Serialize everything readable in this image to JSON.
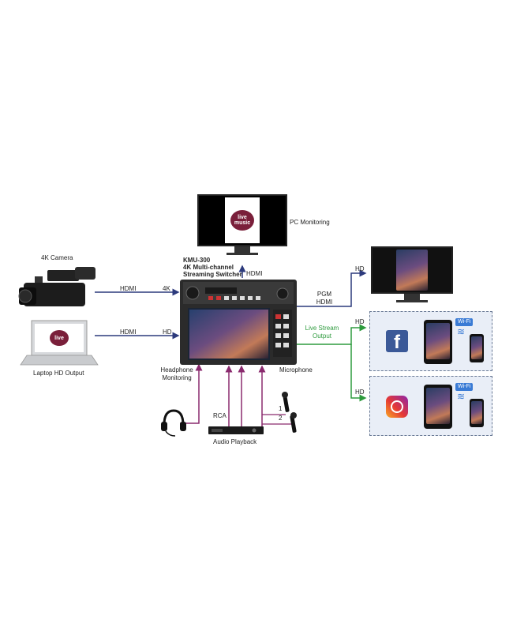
{
  "devices": {
    "camera": "4K Camera",
    "laptop": "Laptop HD Output",
    "switcher_model": "KMU-300",
    "switcher_desc_1": "4K Multi-channel",
    "switcher_desc_2": "Streaming Switcher",
    "pc_monitoring": "PC Monitoring",
    "headphone_1": "Headphone",
    "headphone_2": "Monitoring",
    "rca": "RCA",
    "audio_playback": "Audio Playback",
    "microphone": "Microphone",
    "poster_text_1": "live",
    "poster_text_2": "music"
  },
  "connections": {
    "cam_hdmi": "HDMI",
    "cam_4k": "4K",
    "laptop_hdmi": "HDMI",
    "laptop_hd": "HD",
    "pc_hdmi": "HDMI",
    "pgm": "PGM",
    "pgm_hdmi": "HDMI",
    "pgm_hd": "HD",
    "live_stream_1": "Live Stream",
    "live_stream_2": "Output",
    "fb_hd": "HD",
    "ig_hd": "HD",
    "mic_1": "1",
    "mic_2": "2",
    "wifi_fb": "Wi-Fi",
    "wifi_ig": "Wi-Fi"
  },
  "colors": {
    "navy": "#2c3a7c",
    "purple": "#8a2a6e",
    "green": "#2e9b3e",
    "facebook": "#3b5998"
  }
}
